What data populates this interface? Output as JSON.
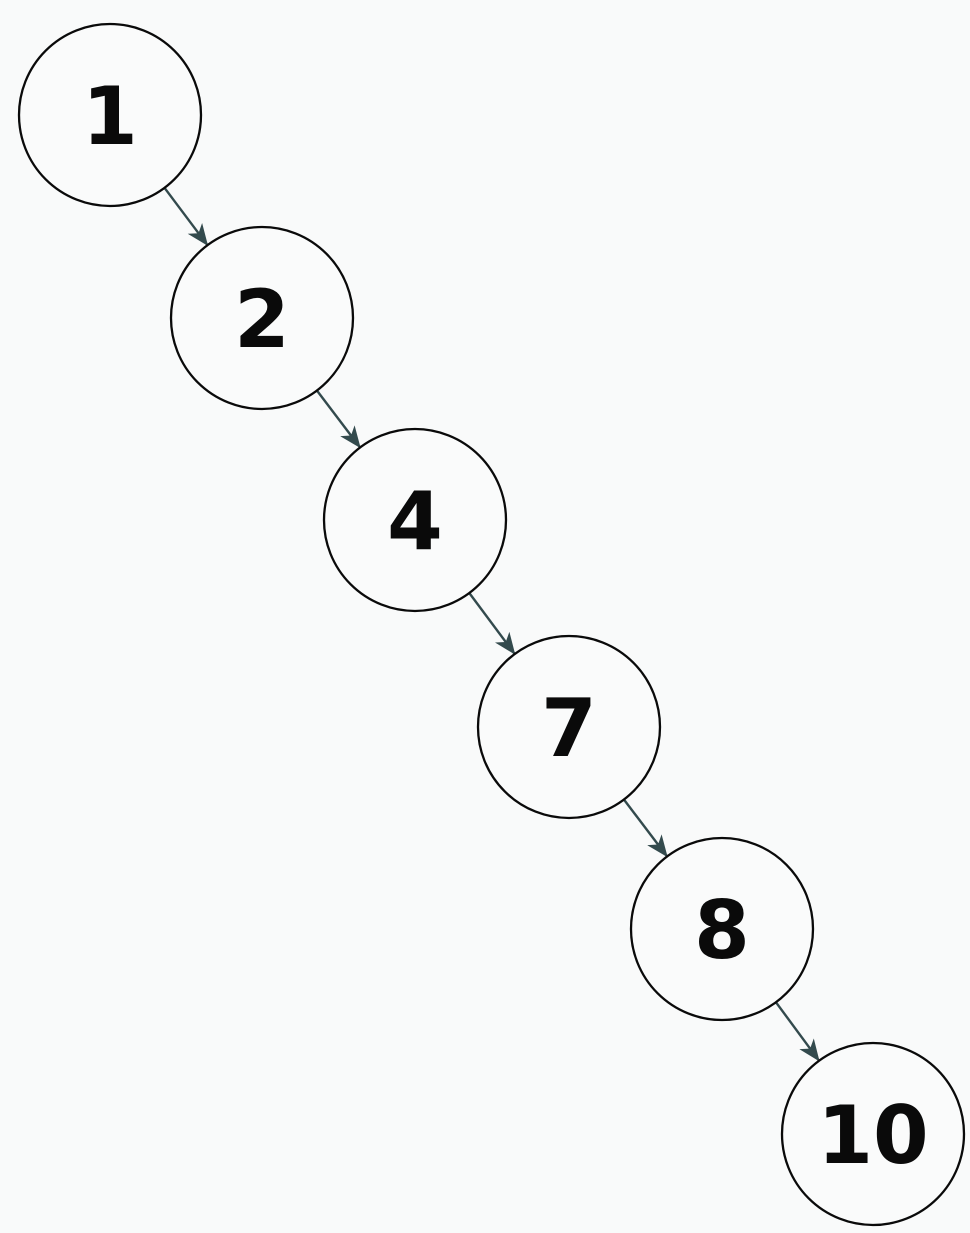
{
  "diagram": {
    "type": "directed-graph-chain",
    "nodes": [
      {
        "id": "1",
        "label": "1"
      },
      {
        "id": "2",
        "label": "2"
      },
      {
        "id": "4",
        "label": "4"
      },
      {
        "id": "7",
        "label": "7"
      },
      {
        "id": "8",
        "label": "8"
      },
      {
        "id": "10",
        "label": "10"
      }
    ],
    "edges": [
      {
        "from": "1",
        "to": "2"
      },
      {
        "from": "2",
        "to": "4"
      },
      {
        "from": "4",
        "to": "7"
      },
      {
        "from": "7",
        "to": "8"
      },
      {
        "from": "8",
        "to": "10"
      }
    ],
    "colors": {
      "background": "#f9fafa",
      "node_border": "#0a0a0a",
      "node_fill": "#fafbfb",
      "label": "#0a0a0a",
      "edge": "#334a4d"
    }
  }
}
